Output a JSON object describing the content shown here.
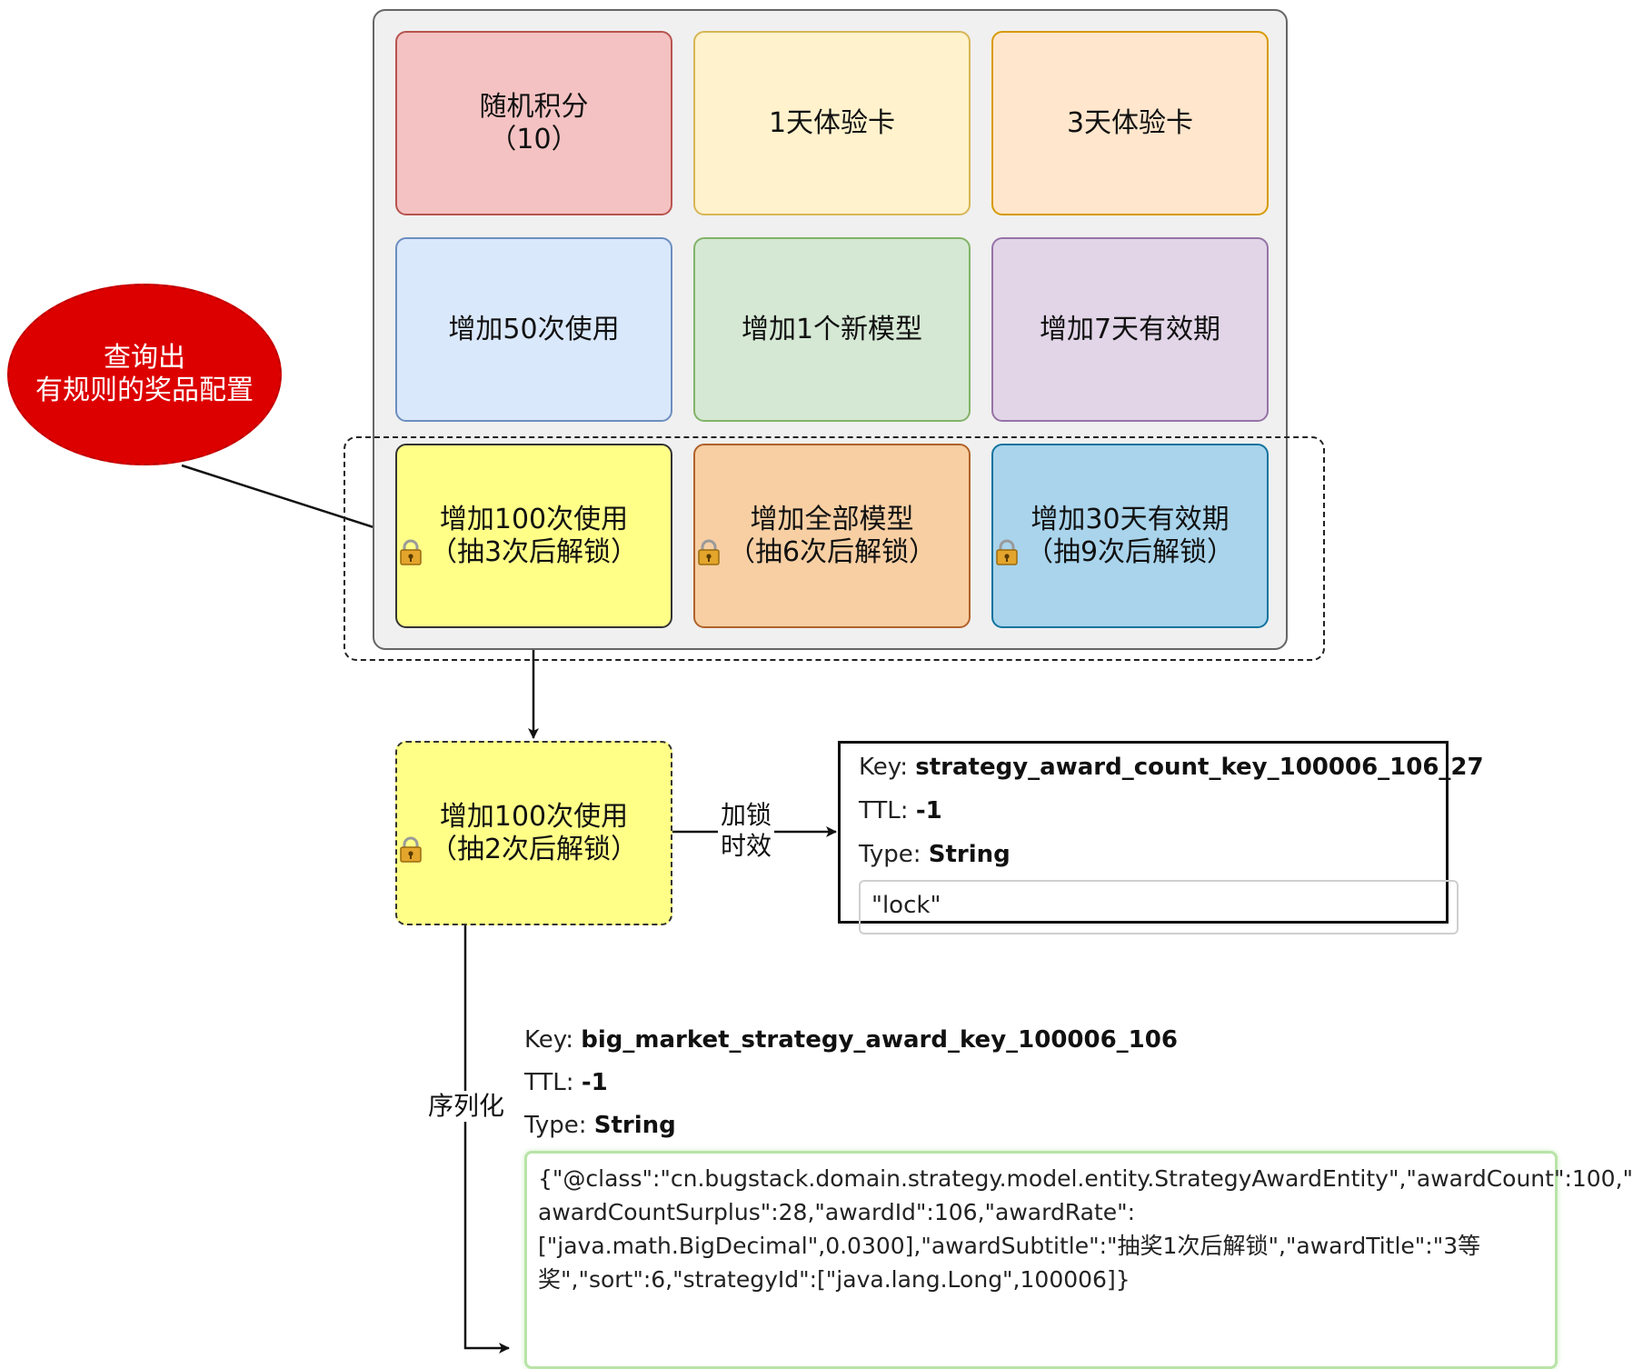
{
  "ellipse": {
    "line1": "查询出",
    "line2": "有规则的奖品配置"
  },
  "awards": [
    {
      "label": "随机积分",
      "sub": "（10）"
    },
    {
      "label": "1天体验卡"
    },
    {
      "label": "3天体验卡"
    },
    {
      "label": "增加50次使用"
    },
    {
      "label": "增加1个新模型"
    },
    {
      "label": "增加7天有效期"
    },
    {
      "label": "增加100次使用",
      "sub": "（抽3次后解锁）",
      "icon": "lock-icon"
    },
    {
      "label": "增加全部模型",
      "sub": "（抽6次后解锁）",
      "icon": "lock-icon"
    },
    {
      "label": "增加30天有效期",
      "sub": "（抽9次后解锁）",
      "icon": "lock-icon"
    }
  ],
  "selected": {
    "label": "增加100次使用",
    "sub": "（抽2次后解锁）",
    "icon": "lock-icon"
  },
  "edges": {
    "lock": [
      "加锁",
      "时效"
    ],
    "serialize": "序列化"
  },
  "redis_count": {
    "key_label": "Key:",
    "key": "strategy_award_count_key_100006_106_27",
    "ttl_label": "TTL:",
    "ttl": "-1",
    "type_label": "Type:",
    "type": "String",
    "value": "\"lock\""
  },
  "redis_award": {
    "key_label": "Key:",
    "key": "big_market_strategy_award_key_100006_106",
    "ttl_label": "TTL:",
    "ttl": "-1",
    "type_label": "Type:",
    "type": "String",
    "value_lines": [
      "{\"@class\":\"cn.bugstack.domain.strategy.model.entity.StrategyAwardEntity\",\"awardCount\":100,\"",
      "awardCountSurplus\":28,\"awardId\":106,\"awardRate\":",
      "[\"java.math.BigDecimal\",0.0300],\"awardSubtitle\":\"抽奖1次后解锁\",\"awardTitle\":\"3等",
      "奖\",\"sort\":6,\"strategyId\":[\"java.lang.Long\",100006]}"
    ]
  },
  "colors": {
    "red_fill": "#f4c2c2",
    "red_stroke": "#b85450",
    "yellow_fill": "#fff2cc",
    "yellow_stroke": "#d6b656",
    "orange_fill": "#ffe6cc",
    "orange_stroke": "#d79b00",
    "blue_fill": "#dae8fc",
    "blue_stroke": "#6c8ebf",
    "green_fill": "#d5e8d4",
    "green_stroke": "#82b366",
    "purple_fill": "#e1d5e7",
    "purple_stroke": "#9673a6",
    "bright_yellow": "#ffff88",
    "peach": "#f7cfa3",
    "sky": "#a9d4ec"
  }
}
